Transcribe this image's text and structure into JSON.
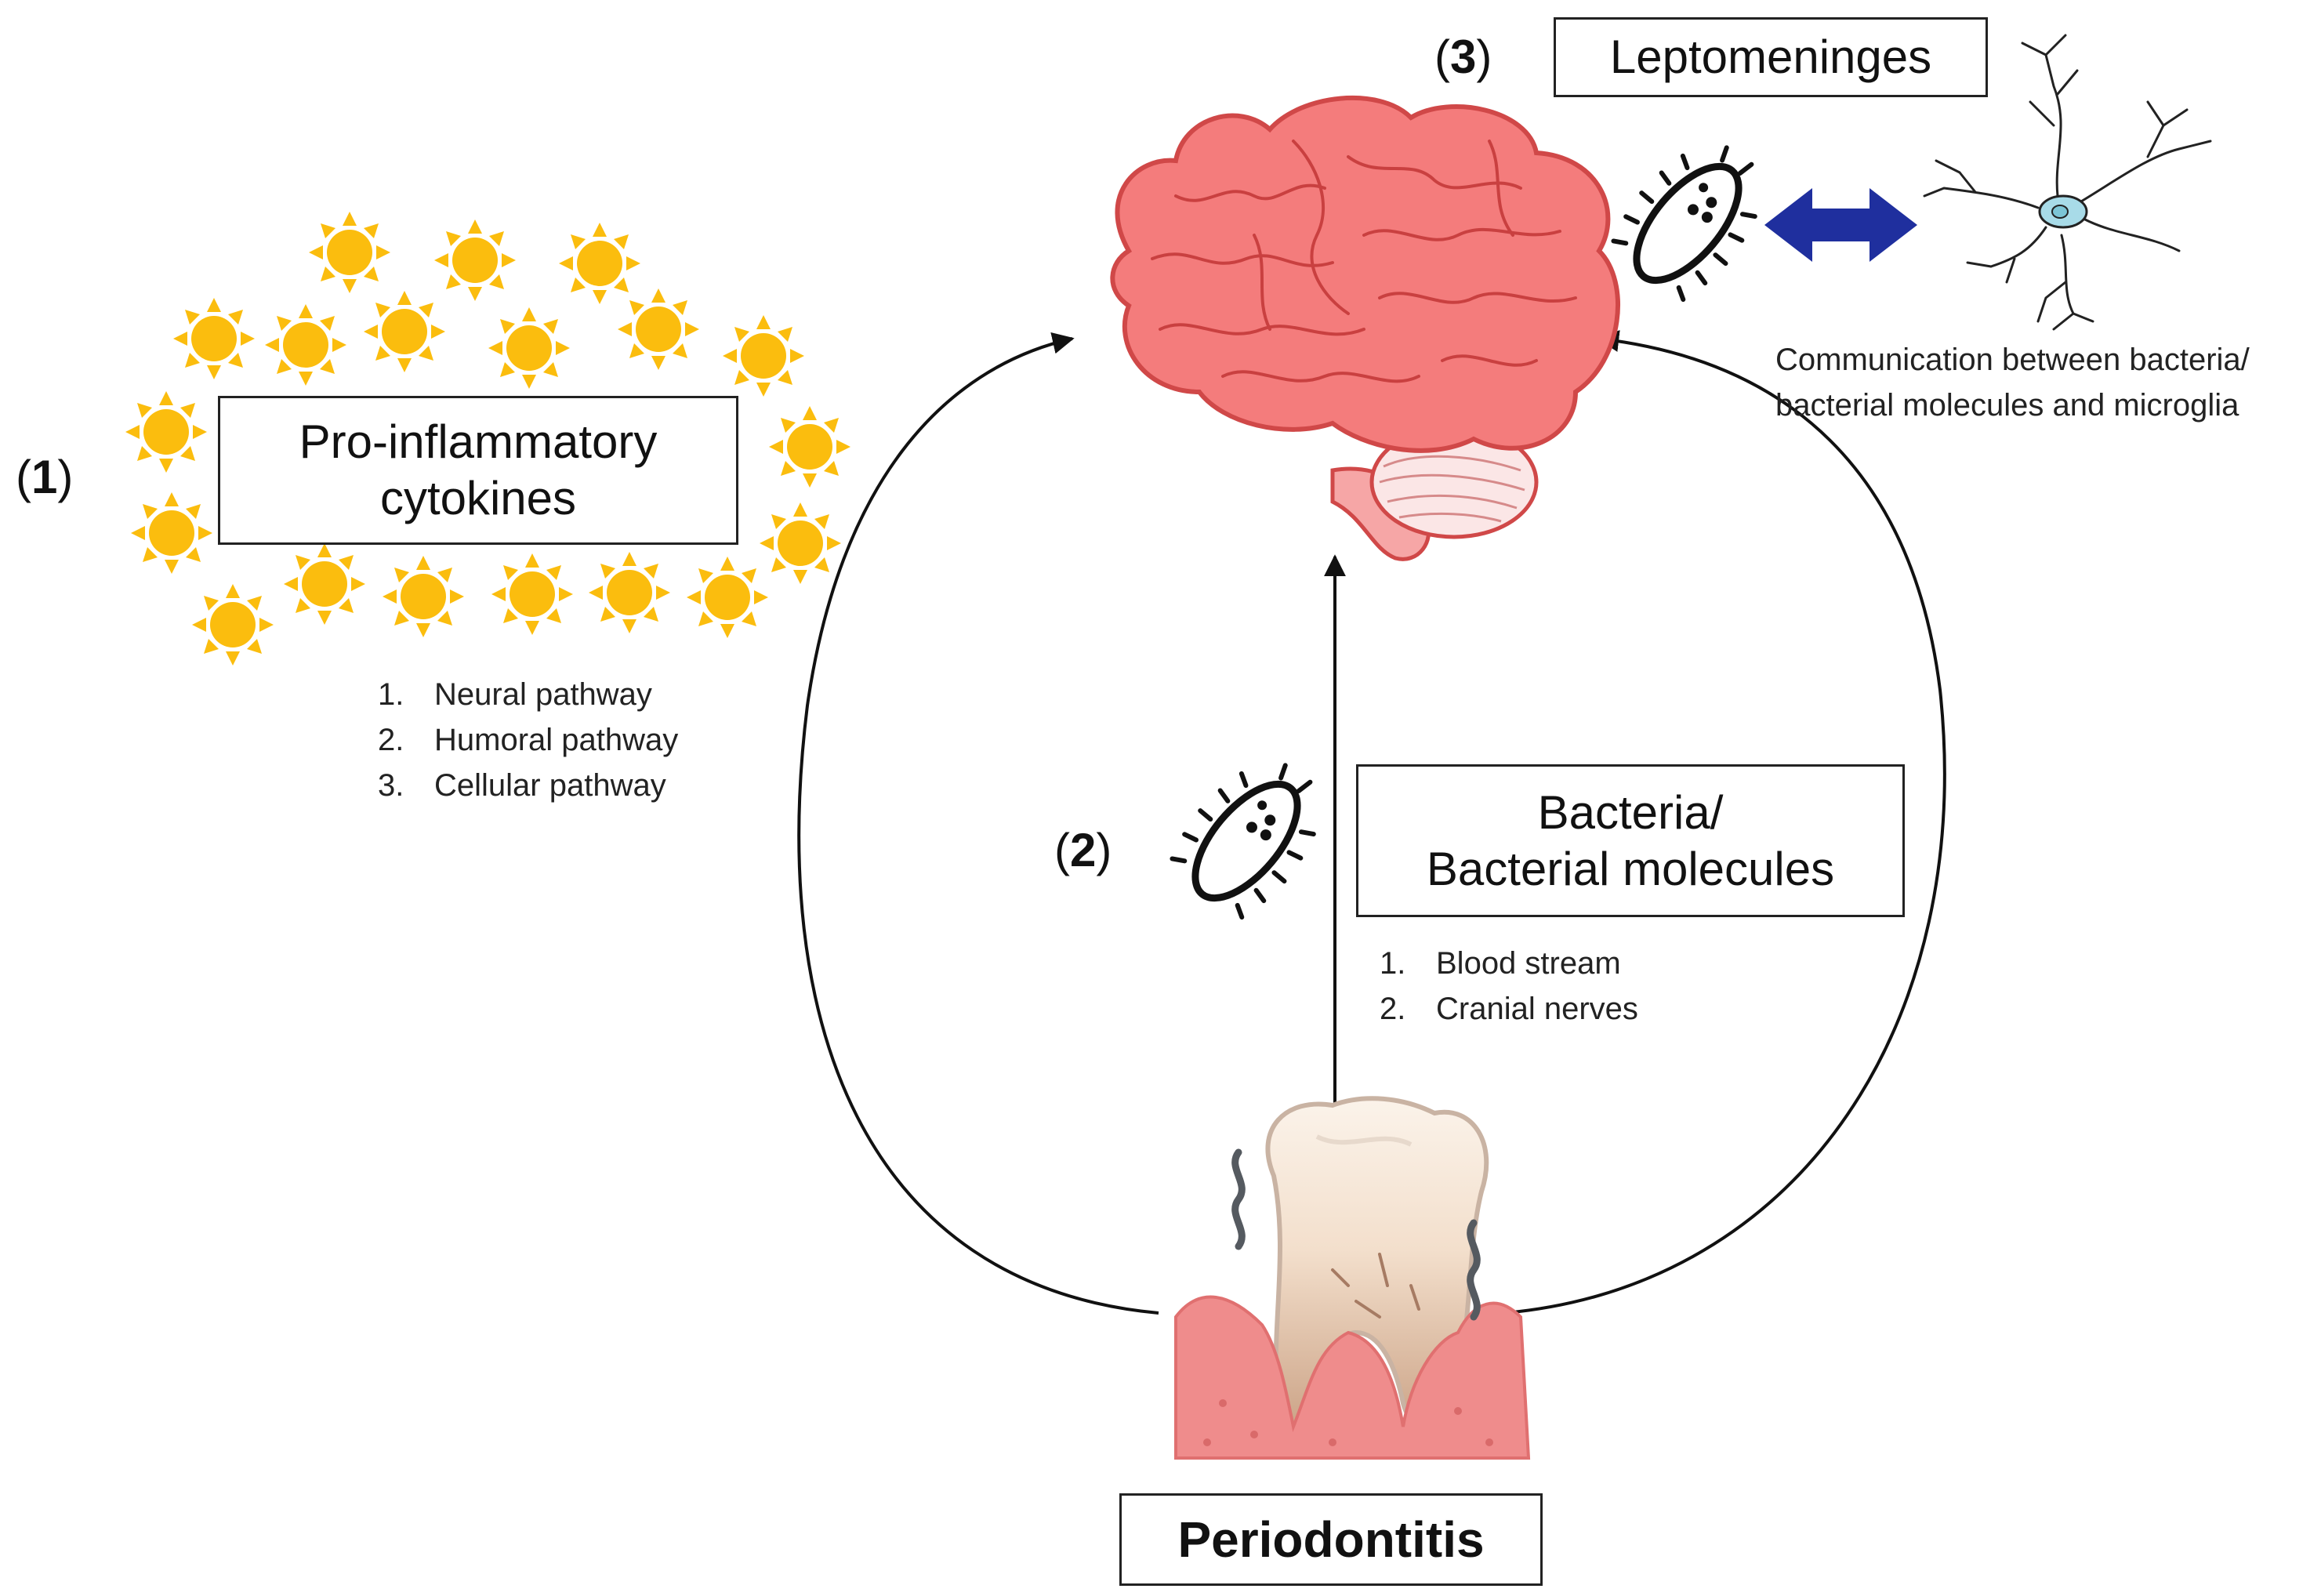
{
  "markers": {
    "m1": {
      "open": "(",
      "digit": "1",
      "close": ")"
    },
    "m2": {
      "open": "(",
      "digit": "2",
      "close": ")"
    },
    "m3": {
      "open": "(",
      "digit": "3",
      "close": ")"
    }
  },
  "cytokines": {
    "line1": "Pro-inflammatory",
    "line2": "cytokines",
    "pathways": [
      {
        "num": "1.",
        "text": "Neural pathway"
      },
      {
        "num": "2.",
        "text": "Humoral pathway"
      },
      {
        "num": "3.",
        "text": "Cellular pathway"
      }
    ]
  },
  "bacteria": {
    "line1": "Bacteria/",
    "line2": "Bacterial molecules",
    "routes": [
      {
        "num": "1.",
        "text": "Blood stream"
      },
      {
        "num": "2.",
        "text": "Cranial nerves"
      }
    ]
  },
  "leptomeninges": {
    "label": "Leptomeninges",
    "caption_line1": "Communication between bacteria/",
    "caption_line2": "bacterial molecules and microglia"
  },
  "periodontitis": {
    "label": "Periodontitis"
  },
  "colors": {
    "brain": "#f47c7c",
    "brain_outline": "#d04848",
    "cytokine": "#fbbd0e",
    "arrow_double": "#1f2f9e",
    "gum": "#ef8c8c",
    "microglia_nucleus": "#a8dbe8"
  }
}
